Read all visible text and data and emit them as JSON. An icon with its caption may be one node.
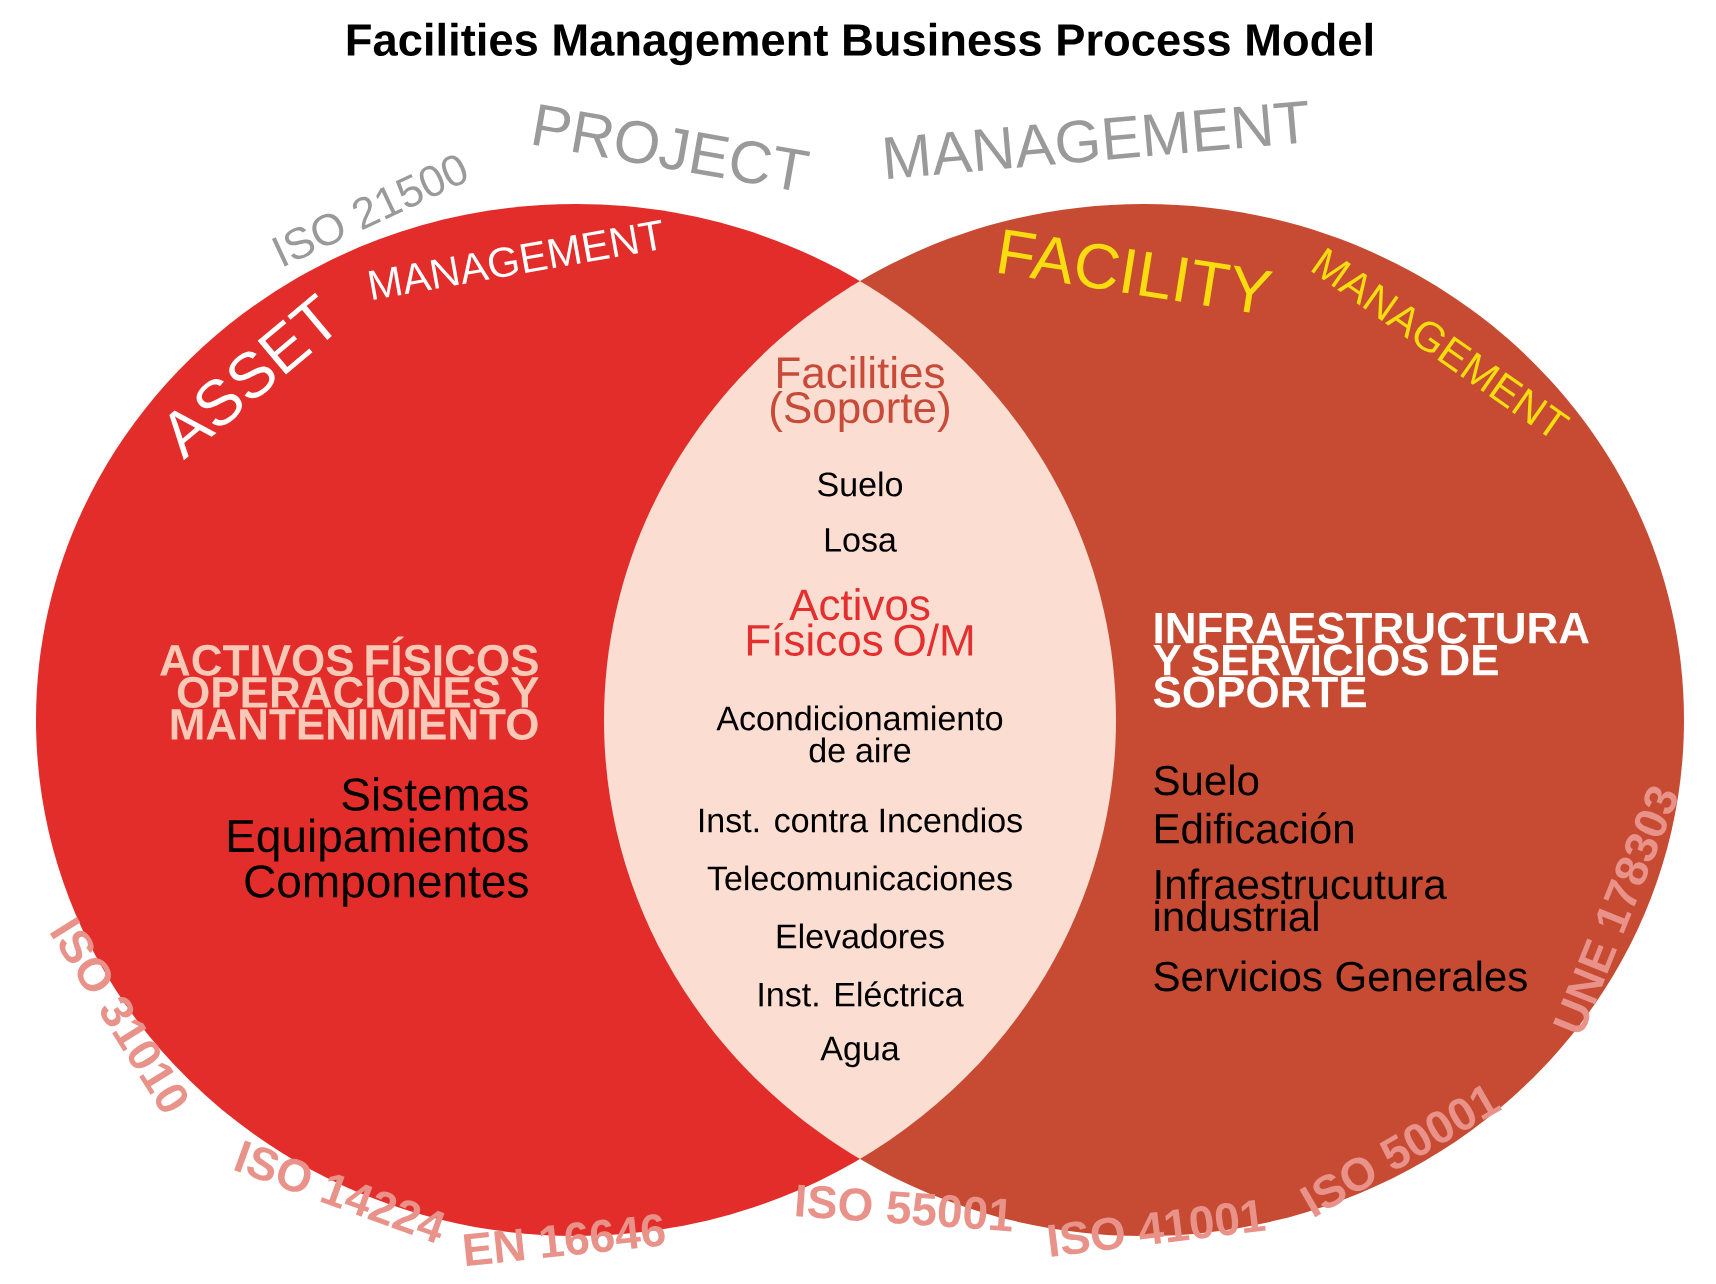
{
  "diagram": {
    "title": "Facilities Management Business Process Model",
    "nodes": [
      {
        "text": [
          "ASSET",
          "MANAGEMENT",
          "ACTIVOS FÍSICOS OPERACIONES Y MANTENIMIENTO",
          "Sistemas",
          "Equipamientos",
          "Componentes"
        ]
      },
      {
        "text": [
          "FACILITY",
          "MANAGEMENT",
          "INFRAESTRUCTURA Y SERVICIOS DE SOPORTE",
          "Suelo",
          "Edificación",
          "Infraestrucutura industrial",
          "Servicios Generales"
        ]
      },
      {
        "text": [
          "Facilities (Soporte)",
          "Suelo",
          "Losa",
          "Activos Físicos O/M",
          "Acondicionamiento de aire",
          "Inst. contra Incendios",
          "Telecomunicaciones",
          "Elevadores",
          "Inst. Eléctrica",
          "Agua"
        ]
      }
    ],
    "labels": [
      "ISO 21500",
      "PROJECT",
      "MANAGEMENT",
      "ISO 31010",
      "ISO 14224",
      "EN 16646",
      "ISO 55001",
      "ISO 41001",
      "ISO 50001",
      "UNE 178303"
    ]
  }
}
